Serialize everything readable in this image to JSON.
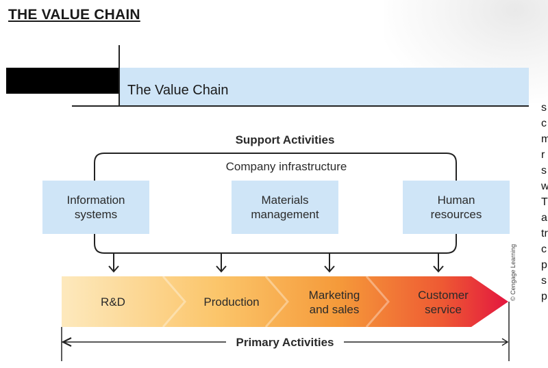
{
  "page_title": "THE VALUE CHAIN",
  "figure_title": "The Value Chain",
  "support_activities_label": "Support Activities",
  "company_infrastructure_label": "Company infrastructure",
  "support_boxes": [
    {
      "label": "Information\nsystems"
    },
    {
      "label": "Materials\nmanagement"
    },
    {
      "label": "Human\nresources"
    }
  ],
  "primary_stages": [
    {
      "label": "R&D"
    },
    {
      "label": "Production"
    },
    {
      "label": "Marketing\nand sales"
    },
    {
      "label": "Customer\nservice"
    }
  ],
  "primary_activities_label": "Primary Activities",
  "credit": "© Cengage Learning",
  "right_edge_letters": [
    "s",
    "c",
    "m",
    "r",
    "s",
    "w",
    "T",
    "a",
    "tr",
    "c",
    "p",
    "s",
    "p"
  ],
  "colors": {
    "band_blue": "#cfe5f7",
    "support_box": "#cfe5f7",
    "arrow_start": "#fde7b7",
    "arrow_mid": "#f7a23a",
    "arrow_end": "#e5173f"
  }
}
